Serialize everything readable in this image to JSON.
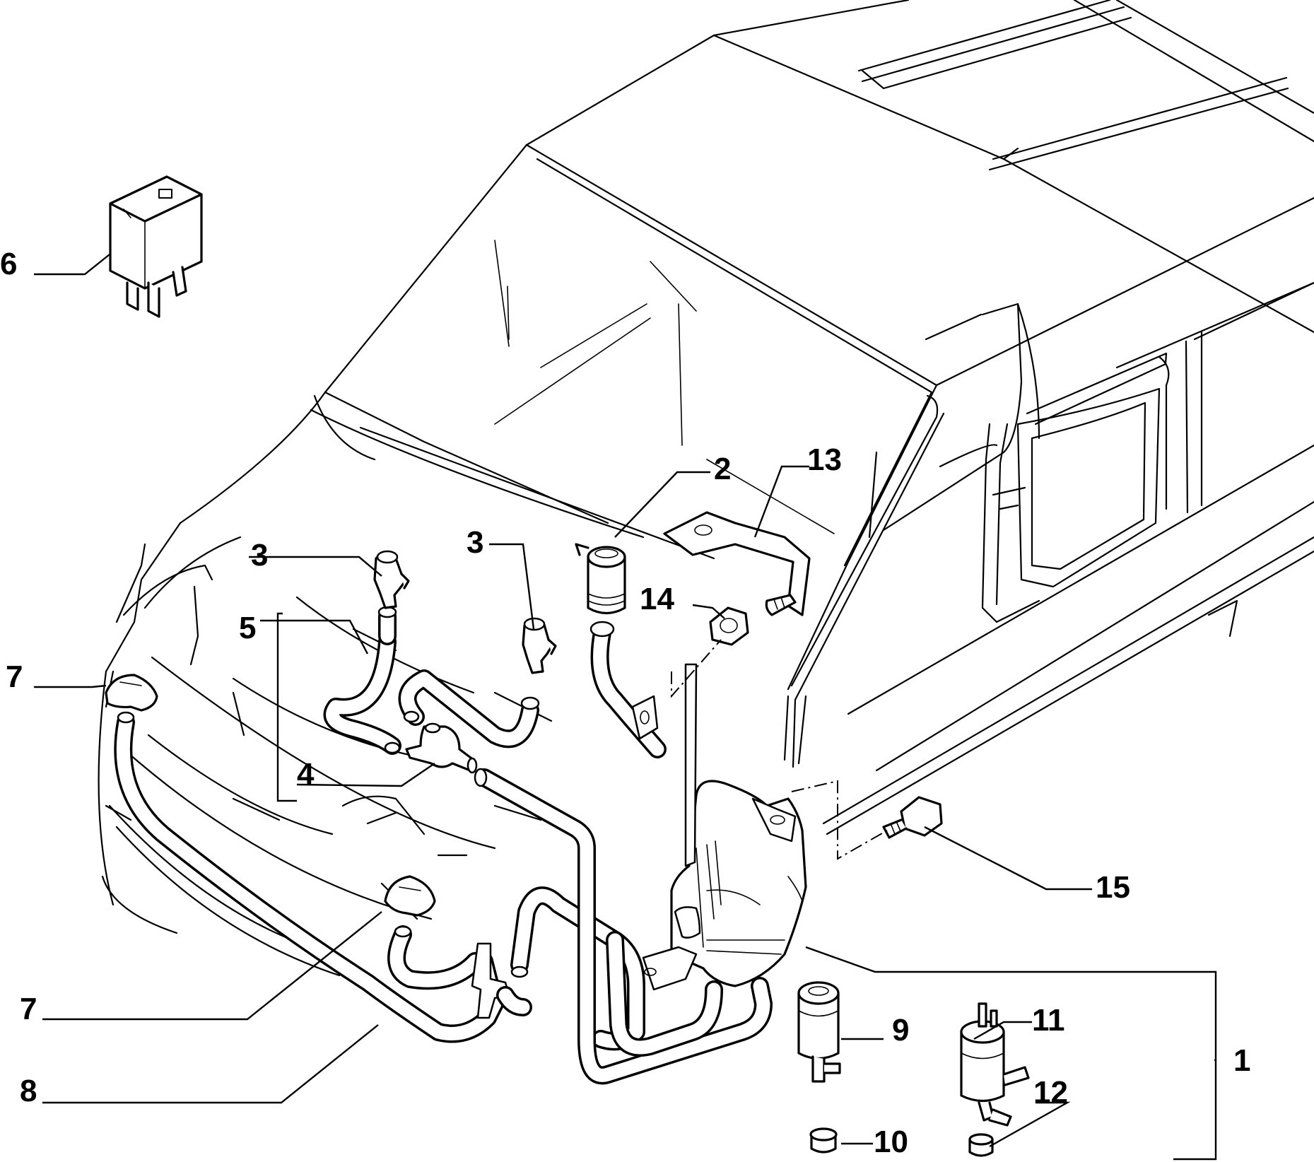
{
  "callouts": {
    "c1": "1",
    "c2": "2",
    "c3a": "3",
    "c3b": "3",
    "c4": "4",
    "c5": "5",
    "c6": "6",
    "c7a": "7",
    "c7b": "7",
    "c8": "8",
    "c9": "9",
    "c10": "10",
    "c11": "11",
    "c12": "12",
    "c13": "13",
    "c14": "14",
    "c15": "15"
  }
}
